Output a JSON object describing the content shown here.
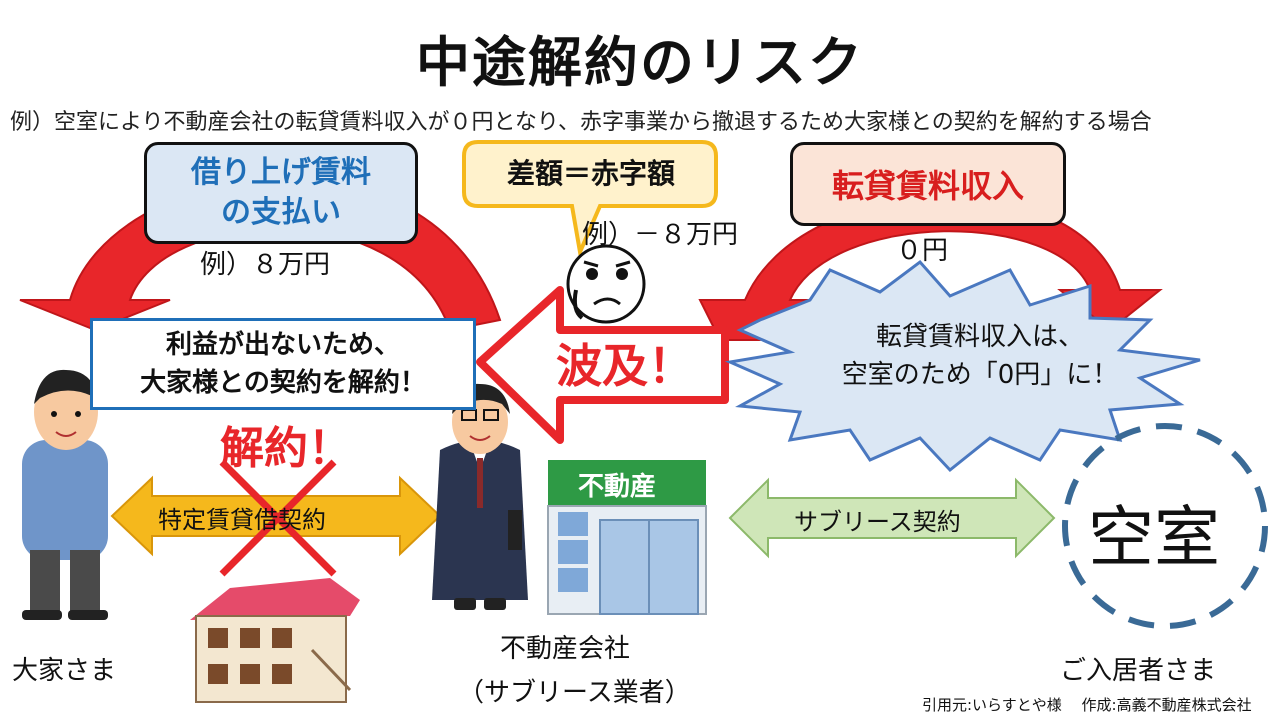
{
  "title": "中途解約のリスク",
  "subtitle": "例）空室により不動産会社の転貸賃料収入が０円となり、赤字事業から撤退するため大家様との契約を解約する場合",
  "boxes": {
    "karirage_line1": "借り上げ賃料",
    "karirage_line2": "の支払い",
    "tentai": "転貸賃料収入",
    "diff": "差額＝赤字額",
    "notice_line1": "利益が出ないため、",
    "notice_line2": "大家様との契約を解約！"
  },
  "amounts": {
    "left": "例）８万円",
    "right": "０円",
    "diff": "例）－８万円"
  },
  "burst": {
    "line1": "転貸賃料収入は、",
    "line2": "空室のため「0円」に！"
  },
  "labels": {
    "kaiyaku": "解約！",
    "hakyu": "波及！",
    "tokutei_contract": "特定賃貸借契約",
    "sublease_contract": "サブリース契約",
    "vacancy": "空室",
    "landlord": "大家さま",
    "company_line1": "不動産会社",
    "company_line2": "（サブリース業者）",
    "resident": "ご入居者さま",
    "building_sign": "不動産"
  },
  "credit": "引用元:いらすとや様　 作成:高義不動産株式会社",
  "colors": {
    "red_arrow": "#e8262a",
    "orange_arrow": "#f5b81c",
    "green_arrow": "#cfe6b8",
    "blue_text": "#1f6fb8",
    "burst_fill": "#dbe7f4",
    "burst_stroke": "#4a78c0",
    "dashed_circle": "#3a6a96"
  }
}
